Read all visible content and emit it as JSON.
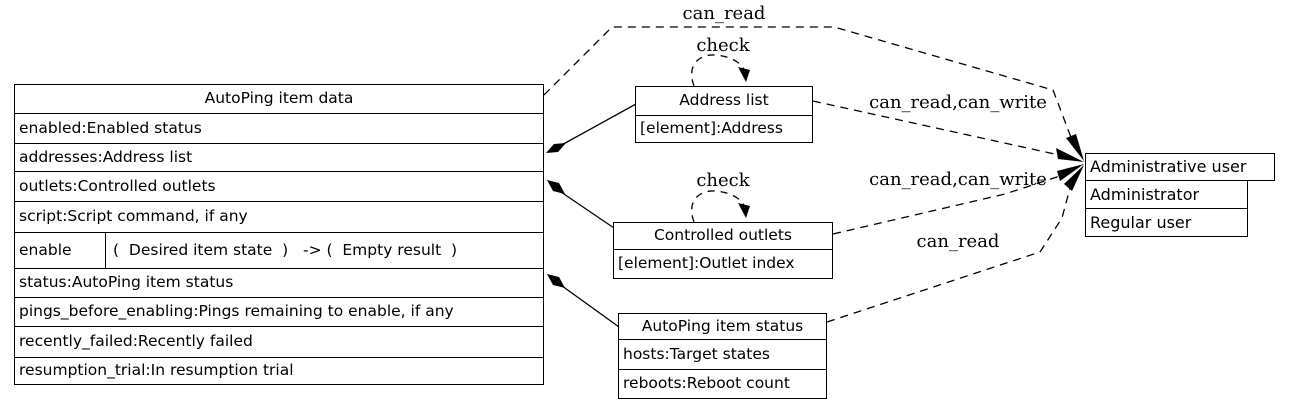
{
  "nodes": {
    "autoping_item_data": {
      "title": "AutoPing item data",
      "fields_top": [
        "enabled:Enabled status",
        "addresses:Address list",
        "outlets:Controlled outlets",
        "script:Script command, if any"
      ],
      "method": {
        "name": "enable",
        "signature": "(  Desired item state  )   -> (  Empty result  )"
      },
      "fields_bottom": [
        "status:AutoPing item status",
        "pings_before_enabling:Pings remaining to enable, if any",
        "recently_failed:Recently failed",
        "resumption_trial:In resumption trial"
      ]
    },
    "address_list": {
      "title": "Address list",
      "fields": [
        "[element]:Address"
      ]
    },
    "controlled_outlets": {
      "title": "Controlled outlets",
      "fields": [
        "[element]:Outlet index"
      ]
    },
    "autoping_item_status": {
      "title": "AutoPing item status",
      "fields": [
        "hosts:Target states",
        "reboots:Reboot count"
      ]
    },
    "administrative_user": {
      "title": "Administrative user",
      "fields": [
        "Administrator",
        "Regular user"
      ]
    }
  },
  "edge_labels": {
    "top_can_read": "can_read",
    "address_list_check": "check",
    "outlets_check": "check",
    "address_list_rights": "can_read,can_write",
    "outlets_rights": "can_read,can_write",
    "status_can_read": "can_read"
  },
  "colors": {
    "line": "#000000",
    "background": "#ffffff",
    "text": "#000000"
  }
}
